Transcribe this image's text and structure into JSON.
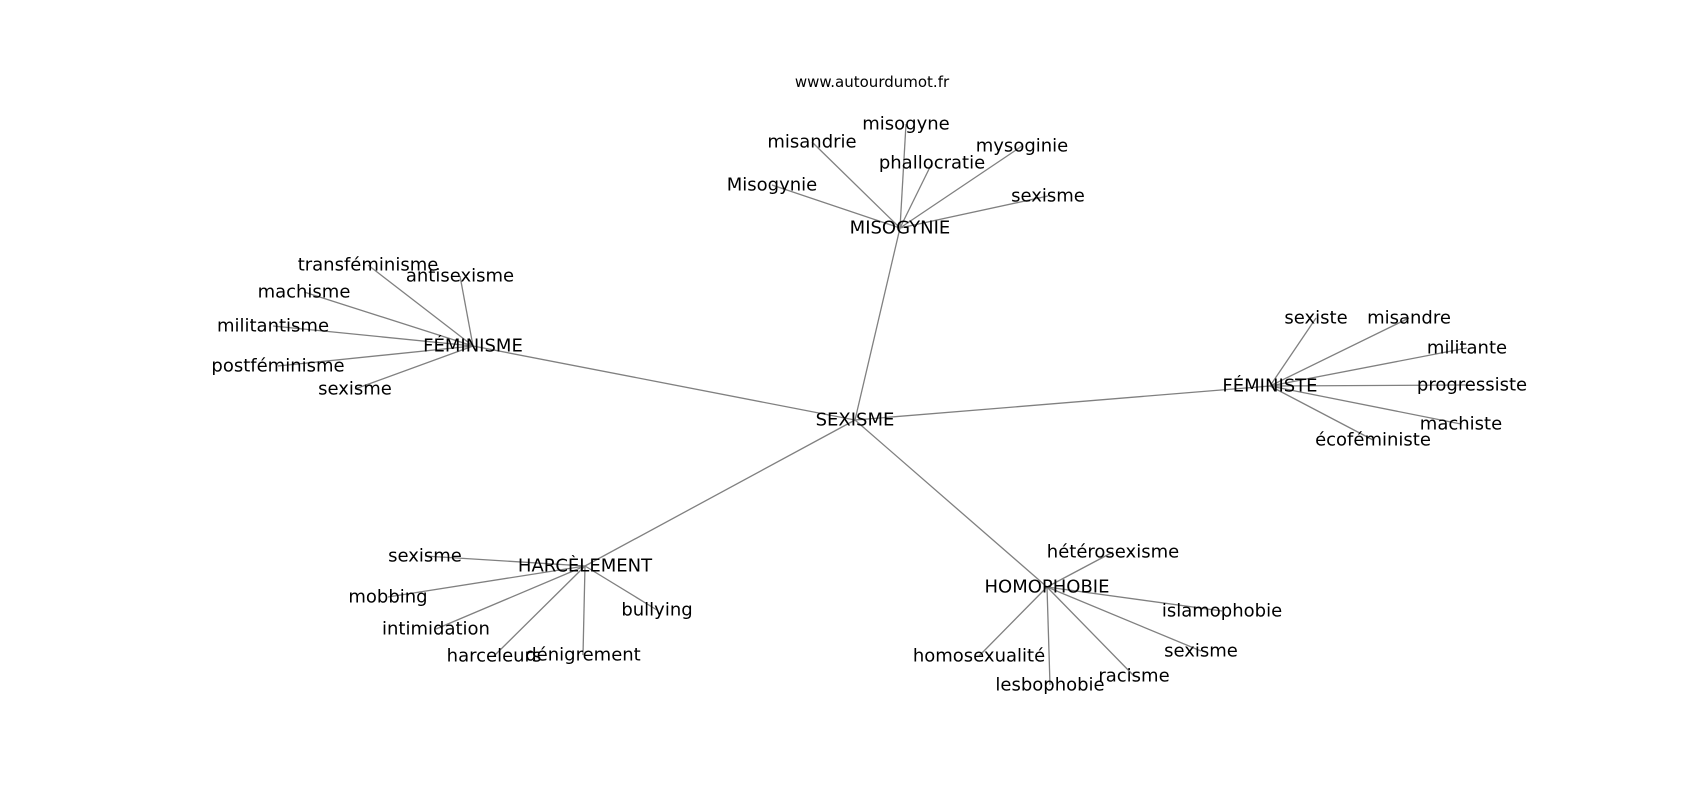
{
  "source": "www.autourdumot.fr",
  "root": "SEXISME",
  "branches": [
    {
      "label": "MISOGYNIE",
      "children": [
        "misogyne",
        "misandrie",
        "mysoginie",
        "phallocratie",
        "Misogynie",
        "sexisme"
      ]
    },
    {
      "label": "FÉMINISME",
      "children": [
        "transféminisme",
        "antisexisme",
        "machisme",
        "militantisme",
        "postféminisme",
        "sexisme"
      ]
    },
    {
      "label": "FÉMINISTE",
      "children": [
        "sexiste",
        "misandre",
        "militante",
        "progressiste",
        "machiste",
        "écoféministe"
      ]
    },
    {
      "label": "HARCÈLEMENT",
      "children": [
        "sexisme",
        "mobbing",
        "intimidation",
        "harceleurs",
        "dénigrement",
        "bullying"
      ]
    },
    {
      "label": "HOMOPHOBIE",
      "children": [
        "hétérosexisme",
        "islamophobie",
        "sexisme",
        "racisme",
        "lesbophobie",
        "homosexualité"
      ]
    }
  ]
}
